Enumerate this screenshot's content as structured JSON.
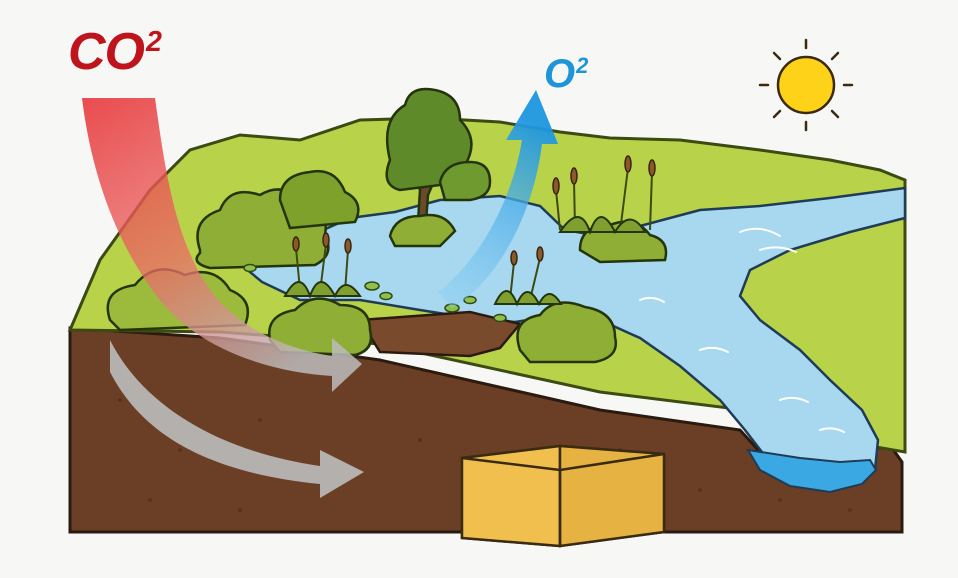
{
  "labels": {
    "co2_main": "CO",
    "co2_sup": "2",
    "o2_main": "O",
    "o2_sup": "2"
  },
  "colors": {
    "co2_text": "#c0141c",
    "o2_text": "#1d95d8",
    "co2_arrow": "#e8484a",
    "o2_arrow": "#2ea6ea",
    "grass": "#b8d24a",
    "soil": "#6a3f25",
    "water": "#a7d8f0",
    "sun": "#ffd21a",
    "carbon_store": "#f2c45a"
  },
  "icons": {
    "sun": "sun-icon",
    "co2_arrow": "co2-absorption-arrow",
    "o2_arrow": "o2-release-arrow",
    "storage": "carbon-storage-block"
  }
}
